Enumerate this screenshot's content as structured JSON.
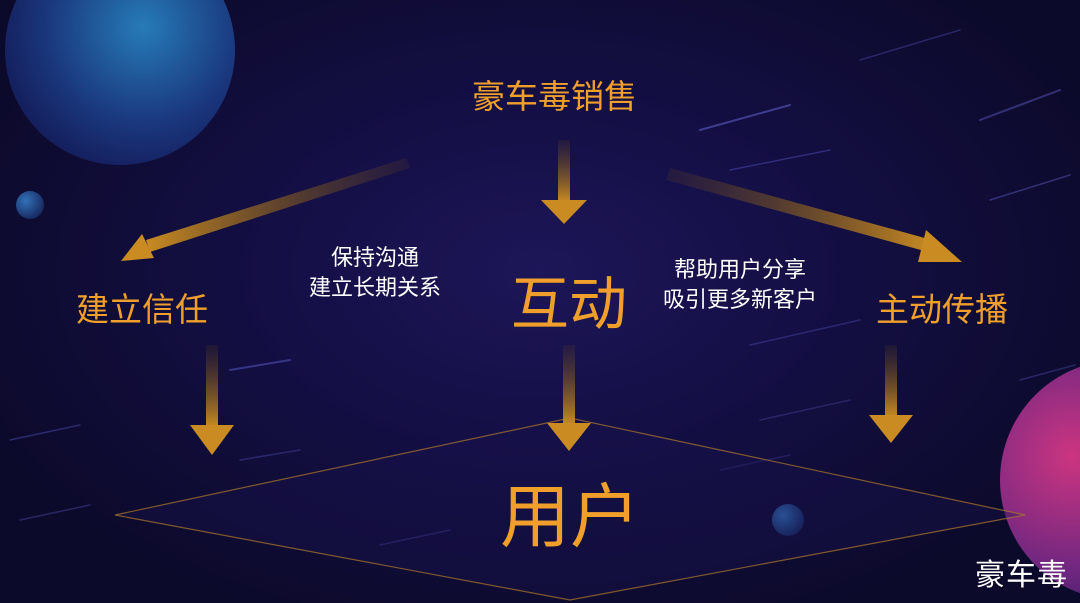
{
  "diagram": {
    "top_node": "豪车毒销售",
    "left_node": "建立信任",
    "center_node": "互动",
    "right_node": "主动传播",
    "bottom_node": "用户",
    "left_note": {
      "line1": "保持沟通",
      "line2": "建立长期关系"
    },
    "right_note": {
      "line1": "帮助用户分享",
      "line2": "吸引更多新客户"
    }
  },
  "brand": {
    "watermark": "豪车毒"
  },
  "colors": {
    "accent": "#f0a02a",
    "arrow": "#c98b22",
    "note_text": "#ffffff",
    "background": "#140f45"
  }
}
